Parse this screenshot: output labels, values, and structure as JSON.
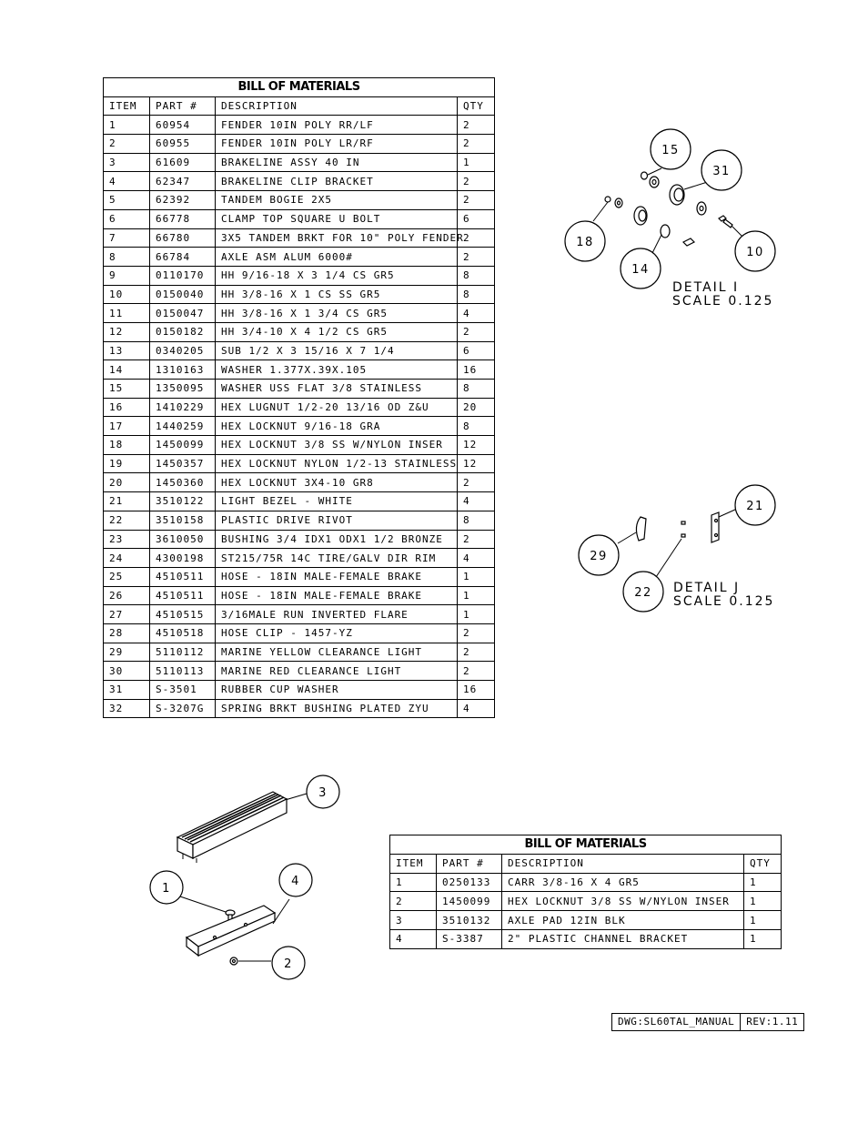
{
  "bom_main": {
    "title": "BILL OF MATERIALS",
    "headers": [
      "ITEM",
      "PART #",
      "DESCRIPTION",
      "QTY"
    ],
    "rows": [
      [
        "1",
        "60954",
        "FENDER  10IN POLY RR/LF",
        "2"
      ],
      [
        "2",
        "60955",
        "FENDER  10IN POLY LR/RF",
        "2"
      ],
      [
        "3",
        "61609",
        "BRAKELINE ASSY 40 IN",
        "1"
      ],
      [
        "4",
        "62347",
        "BRAKELINE CLIP BRACKET",
        "2"
      ],
      [
        "5",
        "62392",
        "TANDEM BOGIE   2X5",
        "2"
      ],
      [
        "6",
        "66778",
        "CLAMP TOP SQUARE U BOLT",
        "6"
      ],
      [
        "7",
        "66780",
        "3X5 TANDEM BRKT FOR 10\" POLY FENDER",
        "2"
      ],
      [
        "8",
        "66784",
        "AXLE ASM ALUM 6000#",
        "2"
      ],
      [
        "9",
        "0110170",
        "HH 9/16-18 X 3 1/4 CS GR5",
        "8"
      ],
      [
        "10",
        "0150040",
        "HH 3/8-16 X 1 CS SS GR5",
        "8"
      ],
      [
        "11",
        "0150047",
        "HH 3/8-16 X 1 3/4 CS GR5",
        "4"
      ],
      [
        "12",
        "0150182",
        "HH 3/4-10 X 4 1/2 CS GR5",
        "2"
      ],
      [
        "13",
        "0340205",
        "SUB 1/2 X 3 15/16 X 7 1/4",
        "6"
      ],
      [
        "14",
        "1310163",
        "WASHER 1.377X.39X.105",
        "16"
      ],
      [
        "15",
        "1350095",
        "WASHER USS FLAT 3/8 STAINLESS",
        "8"
      ],
      [
        "16",
        "1410229",
        "HEX LUGNUT 1/2-20 13/16 OD Z&U",
        "20"
      ],
      [
        "17",
        "1440259",
        "HEX LOCKNUT 9/16-18 GRA",
        "8"
      ],
      [
        "18",
        "1450099",
        "HEX LOCKNUT 3/8 SS W/NYLON INSER",
        "12"
      ],
      [
        "19",
        "1450357",
        "HEX LOCKNUT NYLON 1/2-13 STAINLESS",
        "12"
      ],
      [
        "20",
        "1450360",
        "HEX LOCKNUT 3X4-10 GR8",
        "2"
      ],
      [
        "21",
        "3510122",
        "LIGHT BEZEL - WHITE",
        "4"
      ],
      [
        "22",
        "3510158",
        "PLASTIC DRIVE RIVOT",
        "8"
      ],
      [
        "23",
        "3610050",
        "BUSHING  3/4 IDX1 ODX1 1/2 BRONZE",
        "2"
      ],
      [
        "24",
        "4300198",
        "ST215/75R 14C TIRE/GALV DIR RIM",
        "4"
      ],
      [
        "25",
        "4510511",
        "HOSE - 18IN MALE-FEMALE BRAKE",
        "1"
      ],
      [
        "26",
        "4510511",
        "HOSE - 18IN MALE-FEMALE BRAKE",
        "1"
      ],
      [
        "27",
        "4510515",
        "3/16MALE RUN INVERTED FLARE",
        "1"
      ],
      [
        "28",
        "4510518",
        "HOSE CLIP - 1457-YZ",
        "2"
      ],
      [
        "29",
        "5110112",
        "MARINE YELLOW CLEARANCE LIGHT",
        "2"
      ],
      [
        "30",
        "5110113",
        "MARINE RED CLEARANCE LIGHT",
        "2"
      ],
      [
        "31",
        "S-3501",
        "RUBBER CUP WASHER",
        "16"
      ],
      [
        "32",
        "S-3207G",
        "SPRING BRKT BUSHING PLATED ZYU",
        "4"
      ]
    ]
  },
  "bom_small": {
    "title": "BILL OF MATERIALS",
    "headers": [
      "ITEM",
      "PART #",
      "DESCRIPTION",
      "QTY"
    ],
    "rows": [
      [
        "1",
        "0250133",
        "CARR 3/8-16 X 4 GR5",
        "1"
      ],
      [
        "2",
        "1450099",
        "HEX LOCKNUT 3/8 SS W/NYLON INSER",
        "1"
      ],
      [
        "3",
        "3510132",
        "AXLE PAD 12IN  BLK",
        "1"
      ],
      [
        "4",
        "S-3387",
        "2\" PLASTIC CHANNEL BRACKET",
        "1"
      ]
    ]
  },
  "detail_i": {
    "label": "DETAIL  I",
    "scale": "SCALE  0.125",
    "balloons": [
      "15",
      "31",
      "18",
      "10",
      "14"
    ]
  },
  "detail_j": {
    "label": "DETAIL  J",
    "scale": "SCALE  0.125",
    "balloons": [
      "21",
      "29",
      "22"
    ]
  },
  "assembly_balloons": [
    "3",
    "4",
    "1",
    "2"
  ],
  "title_block": {
    "dwg": "DWG:SL60TAL_MANUAL",
    "rev": "REV:1.11"
  }
}
